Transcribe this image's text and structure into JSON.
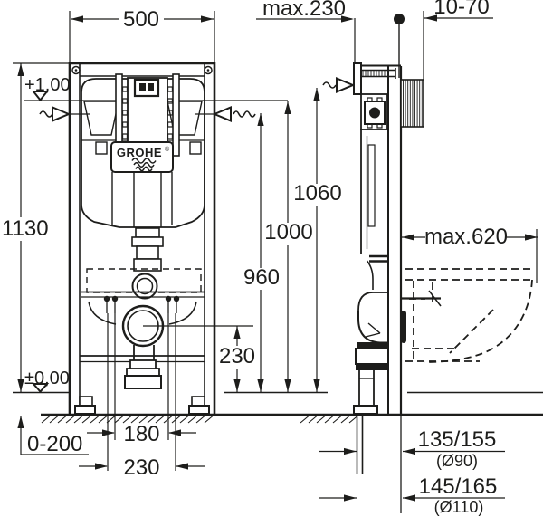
{
  "brand": {
    "name": "GROHE",
    "registered_mark": "®"
  },
  "dimensions": {
    "frame_width": "500",
    "max_depth": "max.230",
    "wall_finish_range": "10-70",
    "upper_level": "+1,00",
    "floor_level": "±0,00",
    "frame_height": "1130",
    "supply_height_side": "1060",
    "level_height": "1000",
    "supply_height_front": "960",
    "max_bowl_depth": "max.620",
    "outlet_height": "230",
    "foot_adjustment": "0-200",
    "fixing_spacing_inner": "180",
    "fixing_spacing_outer": "230",
    "outlet_offset_d90": "135/155",
    "outlet_offset_d90_note": "(Ø90)",
    "outlet_offset_d110": "145/165",
    "outlet_offset_d110_note": "(Ø110)"
  },
  "colors": {
    "line": "#1d1d1b",
    "background": "#ffffff"
  }
}
